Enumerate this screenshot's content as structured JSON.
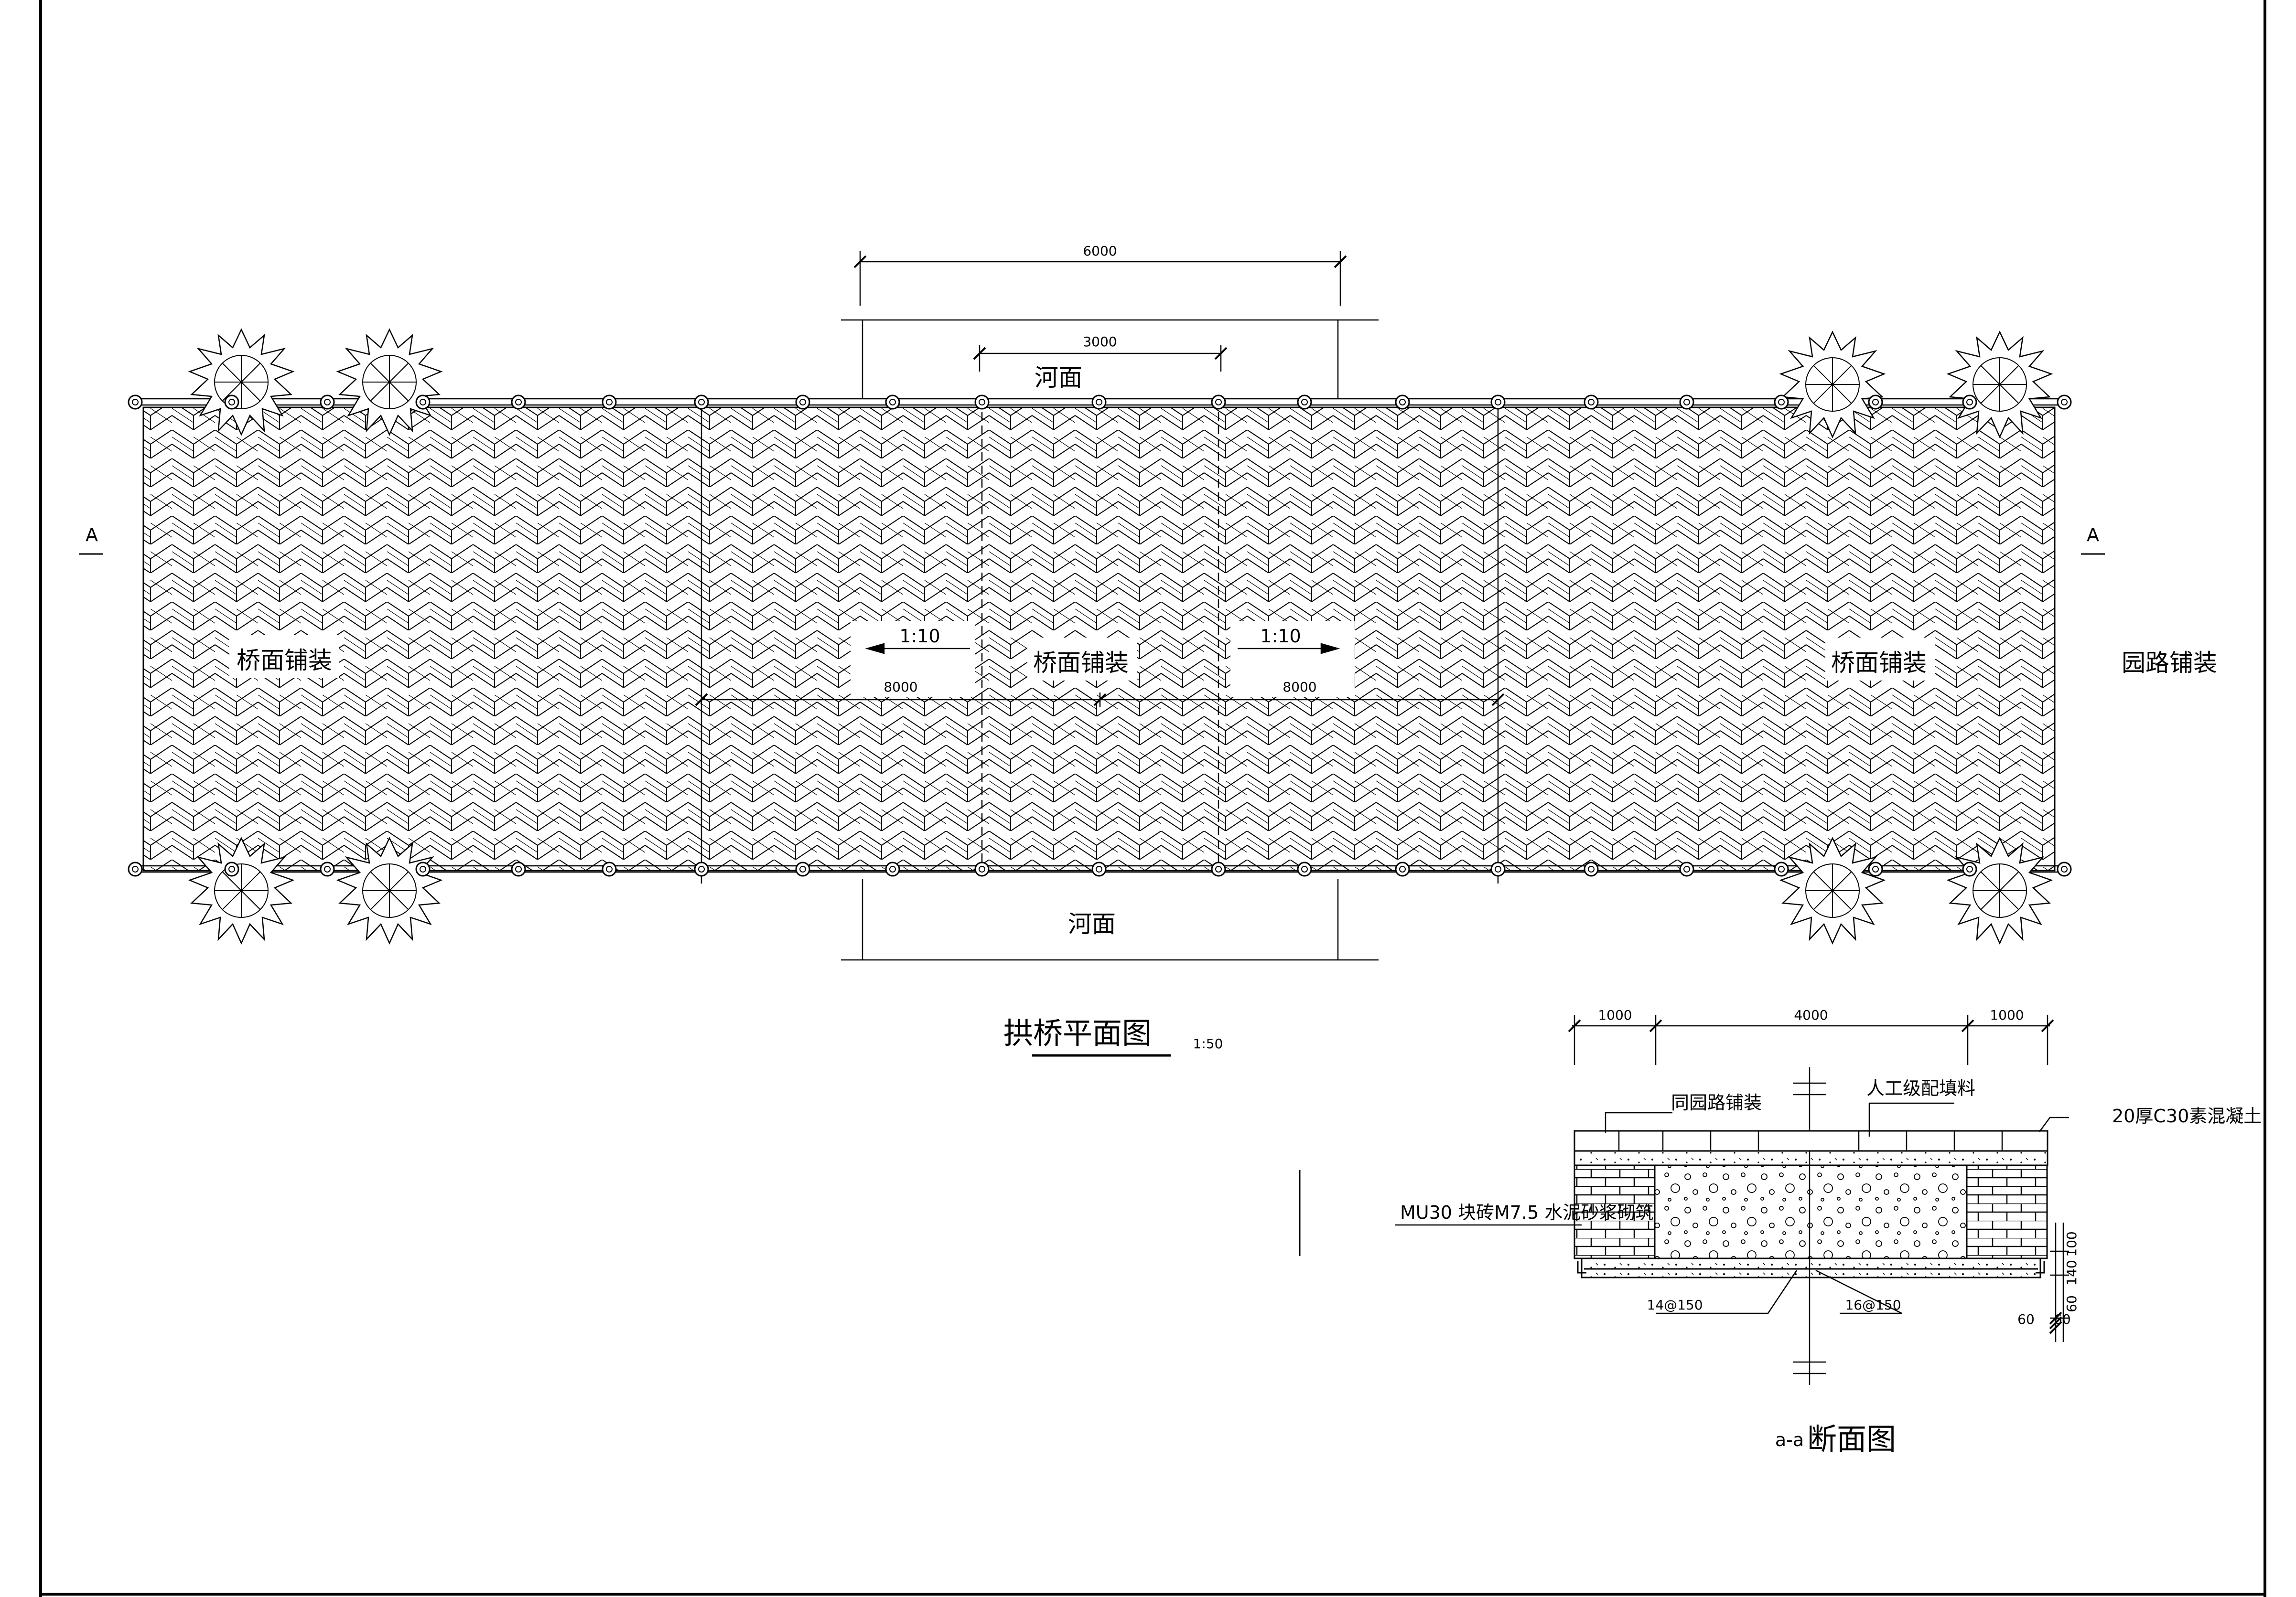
{
  "plan": {
    "dim_top_total": "6000",
    "dim_top_river": "3000",
    "river_top": "河面",
    "river_bottom": "河面",
    "section_mark_left": "A",
    "section_mark_right": "A",
    "paving_left": "桥面铺装",
    "paving_center": "桥面铺装",
    "paving_right": "桥面铺装",
    "road_paving": "园路铺装",
    "slope_left": "1:10",
    "slope_right": "1:10",
    "span_left": "8000",
    "span_right": "8000",
    "title": "拱桥平面图",
    "scale": "1:50"
  },
  "section": {
    "dim_left": "1000",
    "dim_middle": "4000",
    "dim_right": "1000",
    "label_paving": "同园路铺装",
    "label_fill": "人工级配填料",
    "label_concrete": "20厚C30素混凝土",
    "label_brick": "MU30 块砖M7.5 水泥砂浆砌筑",
    "label_rebar_a": "14@150",
    "label_rebar_b": "16@150",
    "dim_v_100": "100",
    "dim_v_140": "140",
    "dim_v_60": "60",
    "dim_h_60a": "60",
    "dim_h_60b": "60",
    "title_prefix": "a-a",
    "title": "断面图"
  },
  "colors": {
    "line": "#000000",
    "background": "#ffffff"
  },
  "icons": [
    "tree-symbol-icon",
    "railing-post-icon",
    "section-arrow-icon"
  ]
}
